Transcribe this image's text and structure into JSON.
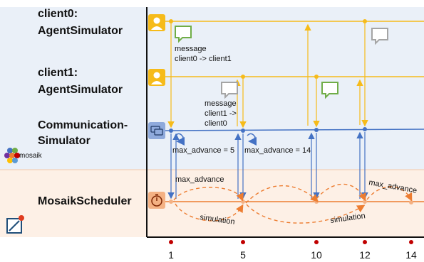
{
  "lanes": {
    "client0": {
      "line1": "client0:",
      "line2": "AgentSimulator"
    },
    "client1": {
      "line1": "client1:",
      "line2": "AgentSimulator"
    },
    "communication": {
      "line1": "Communication-",
      "line2": "Simulator"
    },
    "scheduler": {
      "label": "MosaikScheduler"
    }
  },
  "logo": {
    "text": "mosaik"
  },
  "messages": {
    "c0_to_c1": {
      "line1": "message",
      "line2": "client0 -> client1"
    },
    "c1_to_c0": {
      "line1": "message",
      "line2": "client1 ->",
      "line3": "client0"
    }
  },
  "advance_labels": {
    "a1": "max_advance = 5",
    "a2": "max_advance = 14",
    "curve1": "max_advance",
    "curve2": "max_advance"
  },
  "simulation_labels": {
    "s1": "simulation",
    "s2": "simulation"
  },
  "timeline": {
    "ticks": [
      "1",
      "5",
      "10",
      "12",
      "14"
    ]
  },
  "colors": {
    "agent": "#f6bb1a",
    "comm": "#4472c4",
    "scheduler": "#ed7d31",
    "top_bg": "#eaf0f8",
    "bottom_bg": "#fdf0e6",
    "tick": "#c00000",
    "bubble_green": "#70ad47",
    "bubble_gray": "#a5a5a5"
  }
}
